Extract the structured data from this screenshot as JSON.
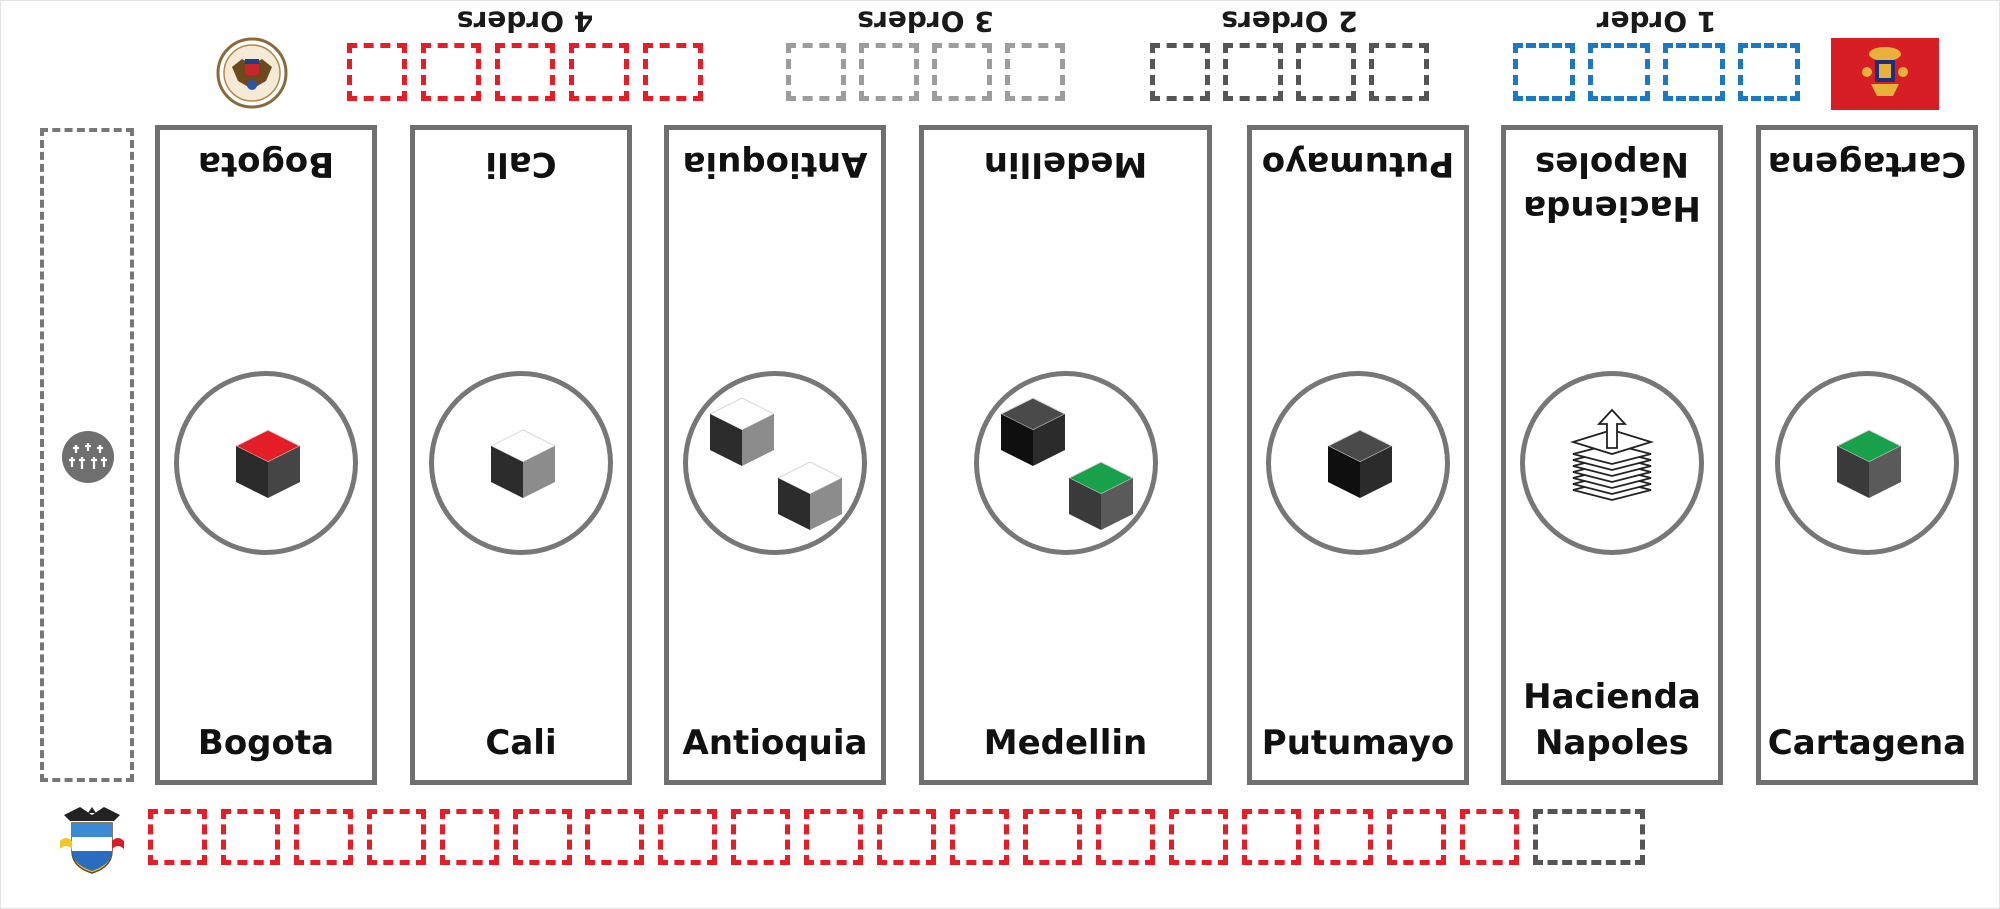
{
  "order_tracks": [
    {
      "label": "4 Orders",
      "slot_count": 5,
      "color": "#e41e26"
    },
    {
      "label": "3 Orders",
      "slot_count": 4,
      "color": "#9d9d9d"
    },
    {
      "label": "2 Orders",
      "slot_count": 4,
      "color": "#555555"
    },
    {
      "label": "1 Order",
      "slot_count": 4,
      "color": "#1b78c2"
    }
  ],
  "emblems": {
    "top_left": "seal-emblem-icon",
    "top_right": "red-flag-emblem-icon",
    "bottom_left": "colombia-coat-of-arms-icon",
    "side": "cemetery-crosses-icon"
  },
  "regions": [
    {
      "name_top": "Bogota",
      "name_bottom": "Bogota",
      "pieces": [
        "red-cube"
      ]
    },
    {
      "name_top": "Cali",
      "name_bottom": "Cali",
      "pieces": [
        "white-cube"
      ]
    },
    {
      "name_top": "Antioquia",
      "name_bottom": "Antioquia",
      "pieces": [
        "white-cube",
        "white-cube"
      ]
    },
    {
      "name_top": "Medellin",
      "name_bottom": "Medellin",
      "pieces": [
        "black-cube",
        "green-cube"
      ]
    },
    {
      "name_top": "Putumayo",
      "name_bottom": "Putumayo",
      "pieces": [
        "black-cube"
      ]
    },
    {
      "name_top": "Hacienda Napoles",
      "name_bottom": "Hacienda Napoles",
      "pieces": [
        "card-stack-icon"
      ]
    },
    {
      "name_top": "Cartagena",
      "name_bottom": "Cartagena",
      "pieces": [
        "green-cube"
      ]
    }
  ],
  "bottom_track": {
    "red_slots": 19,
    "gray_slots": 1
  },
  "colors": {
    "red": "#e41e26",
    "light_gray": "#9d9d9d",
    "dark_gray": "#555555",
    "blue": "#1b78c2",
    "green": "#18a04a",
    "panel_border": "#6f6f6f"
  }
}
